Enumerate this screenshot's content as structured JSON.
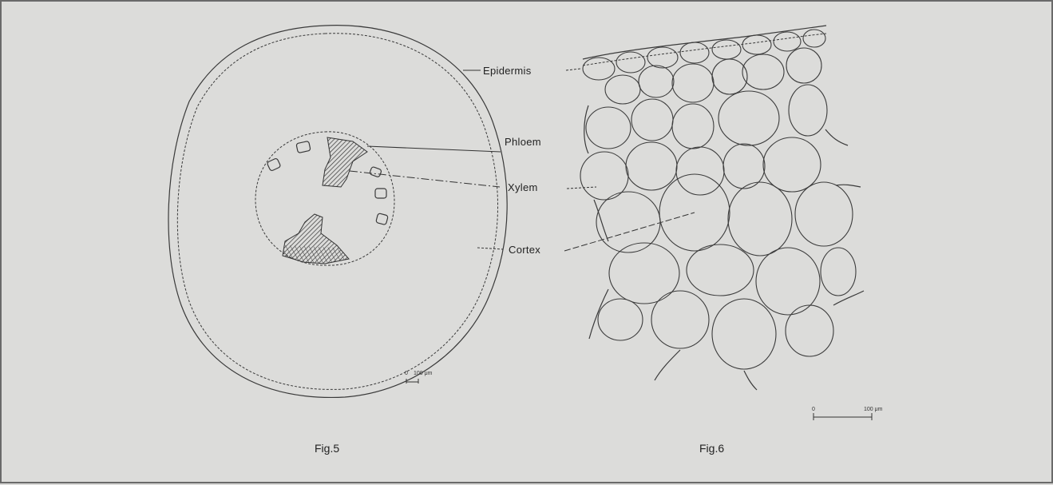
{
  "labels": {
    "epidermis": "Epidermis",
    "phloem": "Phloem",
    "xylem": "Xylem",
    "cortex": "Cortex"
  },
  "captions": {
    "fig5": "Fig.5",
    "fig6": "Fig.6"
  },
  "scalebars": {
    "fig5": {
      "zero": "0",
      "length": "100 μm"
    },
    "fig6": {
      "zero": "0",
      "length": "100 μm"
    }
  },
  "colors": {
    "background": "#dcdcda",
    "ink": "#3a3a3a",
    "frame": "#6a6a6a"
  }
}
